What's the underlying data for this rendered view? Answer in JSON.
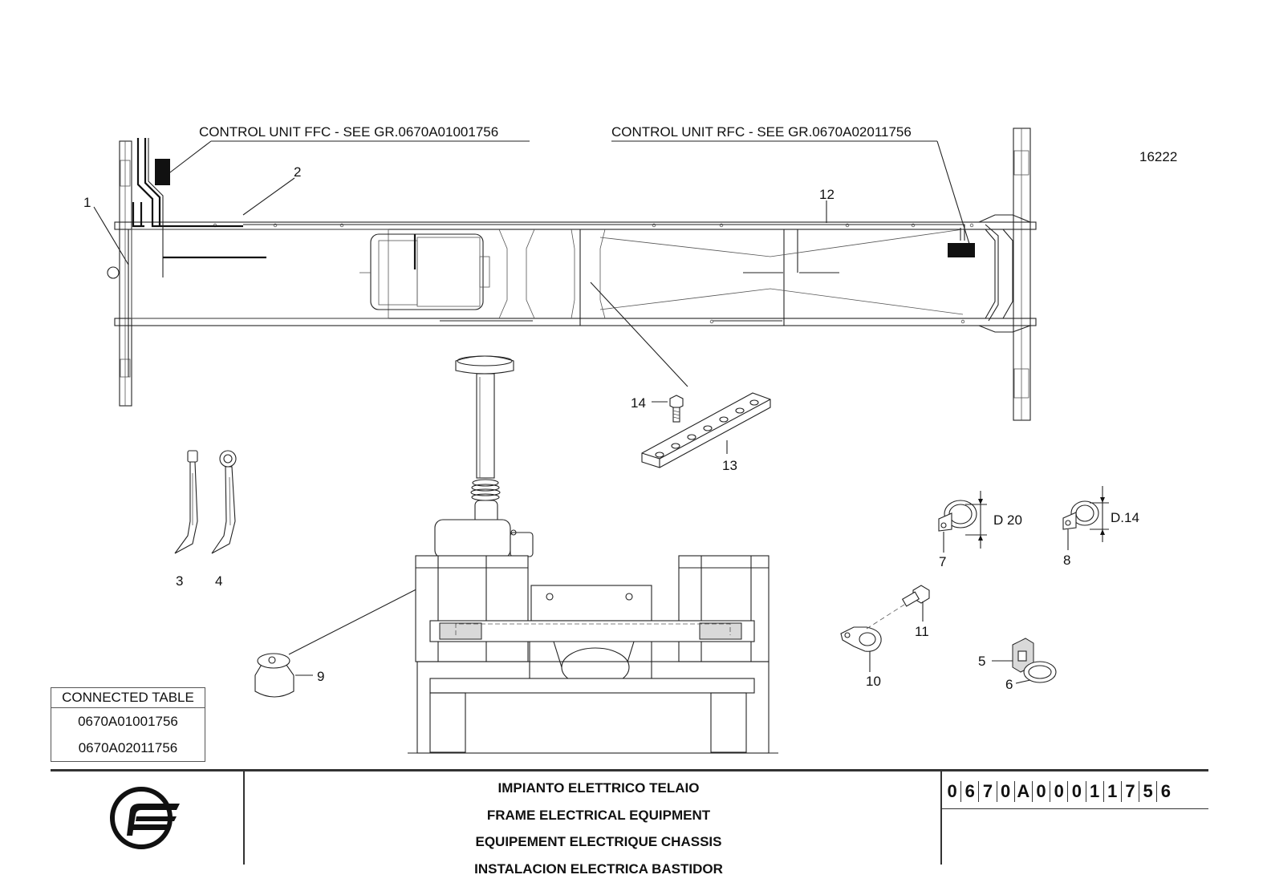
{
  "drawing": {
    "figure_number": "16222",
    "callouts": {
      "ffc": "CONTROL UNIT FFC - SEE GR.0670A01001756",
      "rfc": "CONTROL UNIT RFC - SEE GR.0670A02011756"
    },
    "part_numbers": [
      "1",
      "2",
      "3",
      "4",
      "5",
      "6",
      "7",
      "8",
      "9",
      "10",
      "11",
      "12",
      "13",
      "14"
    ],
    "dimension_labels": {
      "clamp_7": "D 20",
      "clamp_8": "D.14"
    }
  },
  "connected_table": {
    "header": "CONNECTED TABLE",
    "rows": [
      "0670A01001756",
      "0670A02011756"
    ]
  },
  "title_block": {
    "titles": [
      "IMPIANTO ELETTRICO TELAIO",
      "FRAME ELECTRICAL EQUIPMENT",
      "EQUIPEMENT ELECTRIQUE CHASSIS",
      "INSTALACION ELECTRICA BASTIDOR"
    ],
    "code_chars": [
      "0",
      "6",
      "7",
      "0",
      "A",
      "0",
      "0",
      "0",
      "1",
      "1",
      "7",
      "5",
      "6"
    ]
  }
}
